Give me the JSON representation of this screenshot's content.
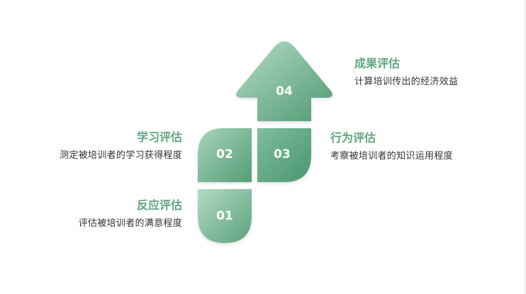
{
  "colors": {
    "accent": "#5fa580",
    "shape_light": "#a9d3bd",
    "shape_dark": "#4f9a72",
    "text": "#333333"
  },
  "steps": [
    {
      "number": "01",
      "title": "反应评估",
      "description": "评估被培训者的满意程度"
    },
    {
      "number": "02",
      "title": "学习评估",
      "description": "测定被培训者的学习获得程度"
    },
    {
      "number": "03",
      "title": "行为评估",
      "description": "考察被培训者的知识运用程度"
    },
    {
      "number": "04",
      "title": "成果评估",
      "description": "计算培训传出的经济效益"
    }
  ]
}
